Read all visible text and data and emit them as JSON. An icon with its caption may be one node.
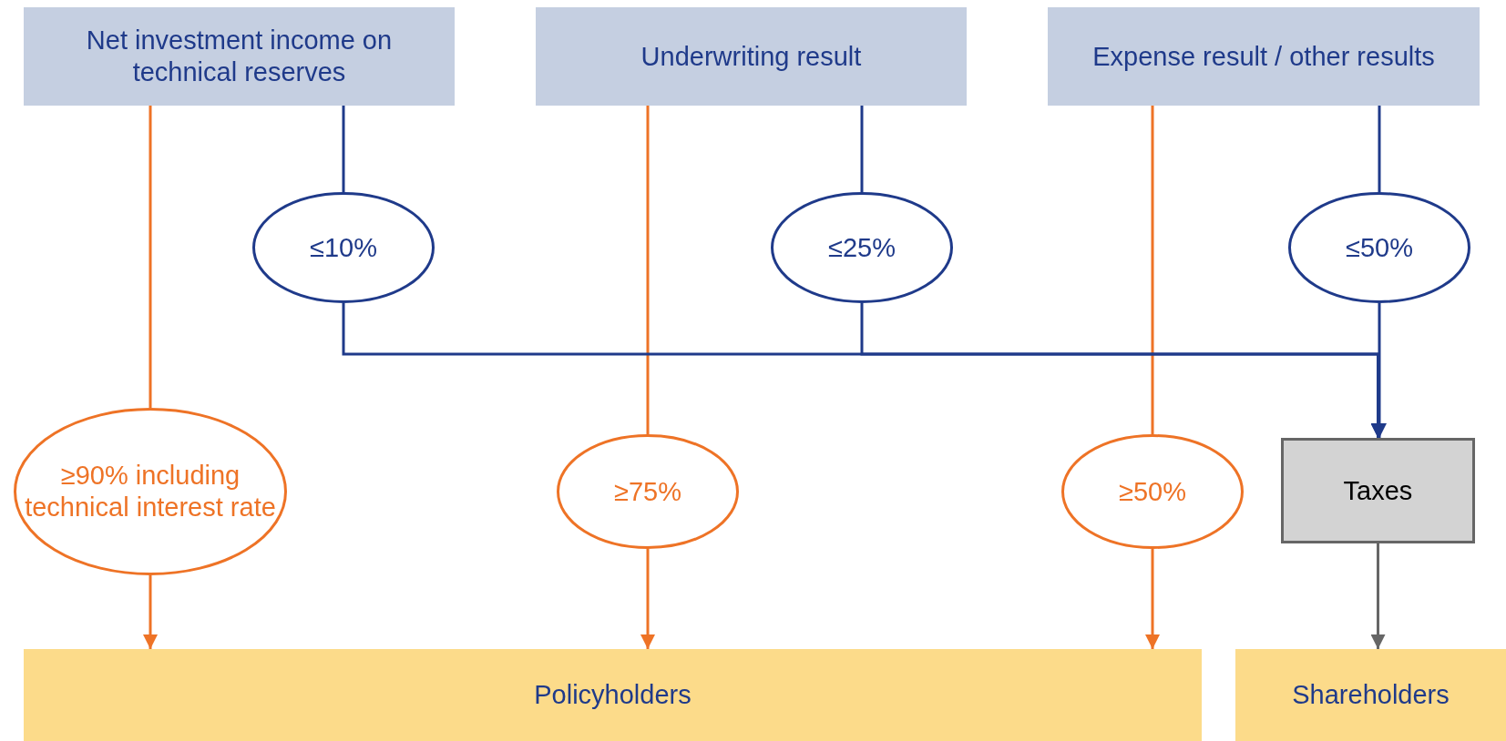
{
  "diagram": {
    "nodes": [
      {
        "text": [
          "Net investment income on technical reserves"
        ]
      },
      {
        "text": [
          "Underwriting result"
        ]
      },
      {
        "text": [
          "Expense result / other results"
        ]
      },
      {
        "text": [
          "≤10%"
        ]
      },
      {
        "text": [
          "≤25%"
        ]
      },
      {
        "text": [
          "≤50%"
        ]
      },
      {
        "text": [
          "≥90% including technical interest rate"
        ]
      },
      {
        "text": [
          "≥75%"
        ]
      },
      {
        "text": [
          "≥50%"
        ]
      },
      {
        "text": [
          "Taxes"
        ]
      },
      {
        "text": [
          "Policyholders"
        ]
      },
      {
        "text": [
          "Shareholders"
        ]
      }
    ],
    "edges": [
      {
        "from": 0,
        "to": 6,
        "arrow": "none",
        "color": "#ee7326"
      },
      {
        "from": 6,
        "to": 10,
        "arrow": "to",
        "color": "#ee7326"
      },
      {
        "from": 1,
        "to": 7,
        "arrow": "none",
        "color": "#ee7326"
      },
      {
        "from": 7,
        "to": 10,
        "arrow": "to",
        "color": "#ee7326"
      },
      {
        "from": 2,
        "to": 8,
        "arrow": "none",
        "color": "#ee7326"
      },
      {
        "from": 8,
        "to": 10,
        "arrow": "to",
        "color": "#ee7326"
      },
      {
        "from": 0,
        "to": 3,
        "arrow": "none",
        "color": "#1f3a8a"
      },
      {
        "from": 1,
        "to": 4,
        "arrow": "none",
        "color": "#1f3a8a"
      },
      {
        "from": 2,
        "to": 5,
        "arrow": "none",
        "color": "#1f3a8a"
      },
      {
        "from": 3,
        "to": 9,
        "arrow": "to",
        "color": "#1f3a8a"
      },
      {
        "from": 4,
        "to": 9,
        "arrow": "to",
        "color": "#1f3a8a"
      },
      {
        "from": 5,
        "to": 9,
        "arrow": "to",
        "color": "#1f3a8a"
      },
      {
        "from": 9,
        "to": 11,
        "arrow": "to",
        "color": "#666666"
      }
    ]
  }
}
